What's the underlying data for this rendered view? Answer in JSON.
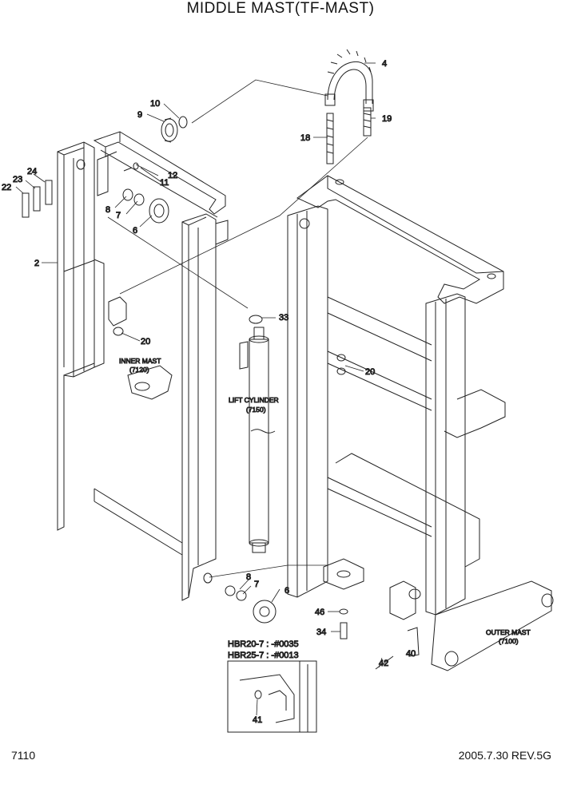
{
  "title": "MIDDLE MAST(TF-MAST)",
  "footer": {
    "page_code": "7110",
    "revision": "2005.7.30  REV.5G"
  },
  "labels": {
    "inner_mast_line1": "INNER MAST",
    "inner_mast_line2": "(7120)",
    "lift_cylinder_line1": "LIFT CYLINDER",
    "lift_cylinder_line2": "(7150)",
    "outer_mast_line1": "OUTER MAST",
    "outer_mast_line2": "(7100)"
  },
  "serial_notes": {
    "line1": "HBR20-7 : -#0035",
    "line2": "HBR25-7 : -#0013"
  },
  "callouts": {
    "c2": "2",
    "c4": "4",
    "c6a": "6",
    "c6b": "6",
    "c7a": "7",
    "c7b": "7",
    "c8a": "8",
    "c8b": "8",
    "c9": "9",
    "c10": "10",
    "c11": "11",
    "c12": "12",
    "c18": "18",
    "c19": "19",
    "c20a": "20",
    "c20b": "20",
    "c22": "22",
    "c23": "23",
    "c24": "24",
    "c33": "33",
    "c34": "34",
    "c40": "40",
    "c41": "41",
    "c42": "42",
    "c46": "46"
  }
}
